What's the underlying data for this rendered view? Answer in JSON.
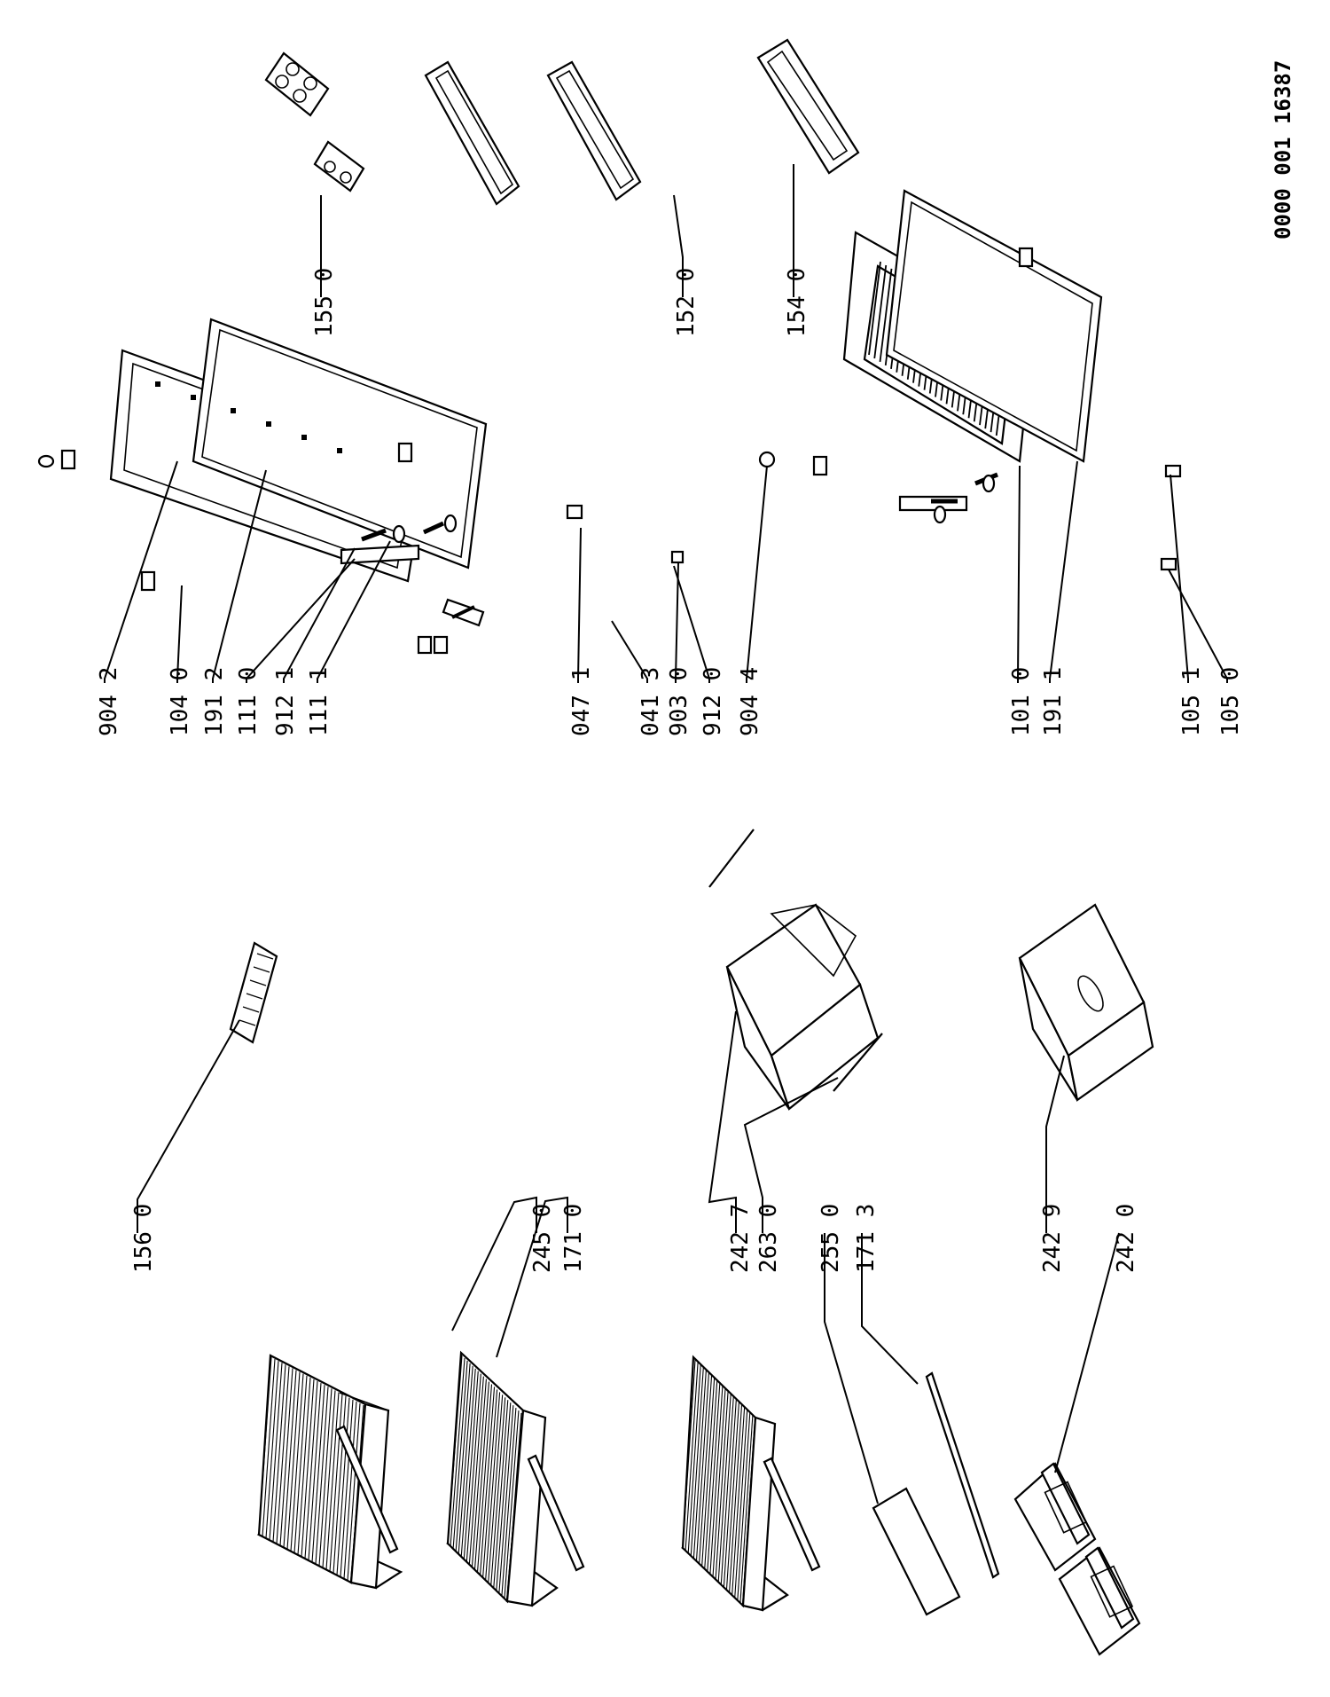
{
  "document_id": "0000 001 16387",
  "part_labels": {
    "l1560": "156 0",
    "l2450": "245 0",
    "l1710": "171 0",
    "l2427": "242 7",
    "l2630": "263 0",
    "l2550": "255 0",
    "l1713": "171 3",
    "l2429": "242 9",
    "l2420": "242 0",
    "l9042": "904 2",
    "l1040": "104 0",
    "l1912": "191 2",
    "l1110": "111 0",
    "l9121": "912 1",
    "l1111": "111 1",
    "l0471": "047 1",
    "l0413": "041 3",
    "l9030": "903 0",
    "l9120": "912 0",
    "l9044": "904 4",
    "l1010": "101 0",
    "l1911": "191 1",
    "l1051": "105 1",
    "l1050": "105 0",
    "l1550": "155 0",
    "l1520": "152 0",
    "l1540": "154 0"
  }
}
